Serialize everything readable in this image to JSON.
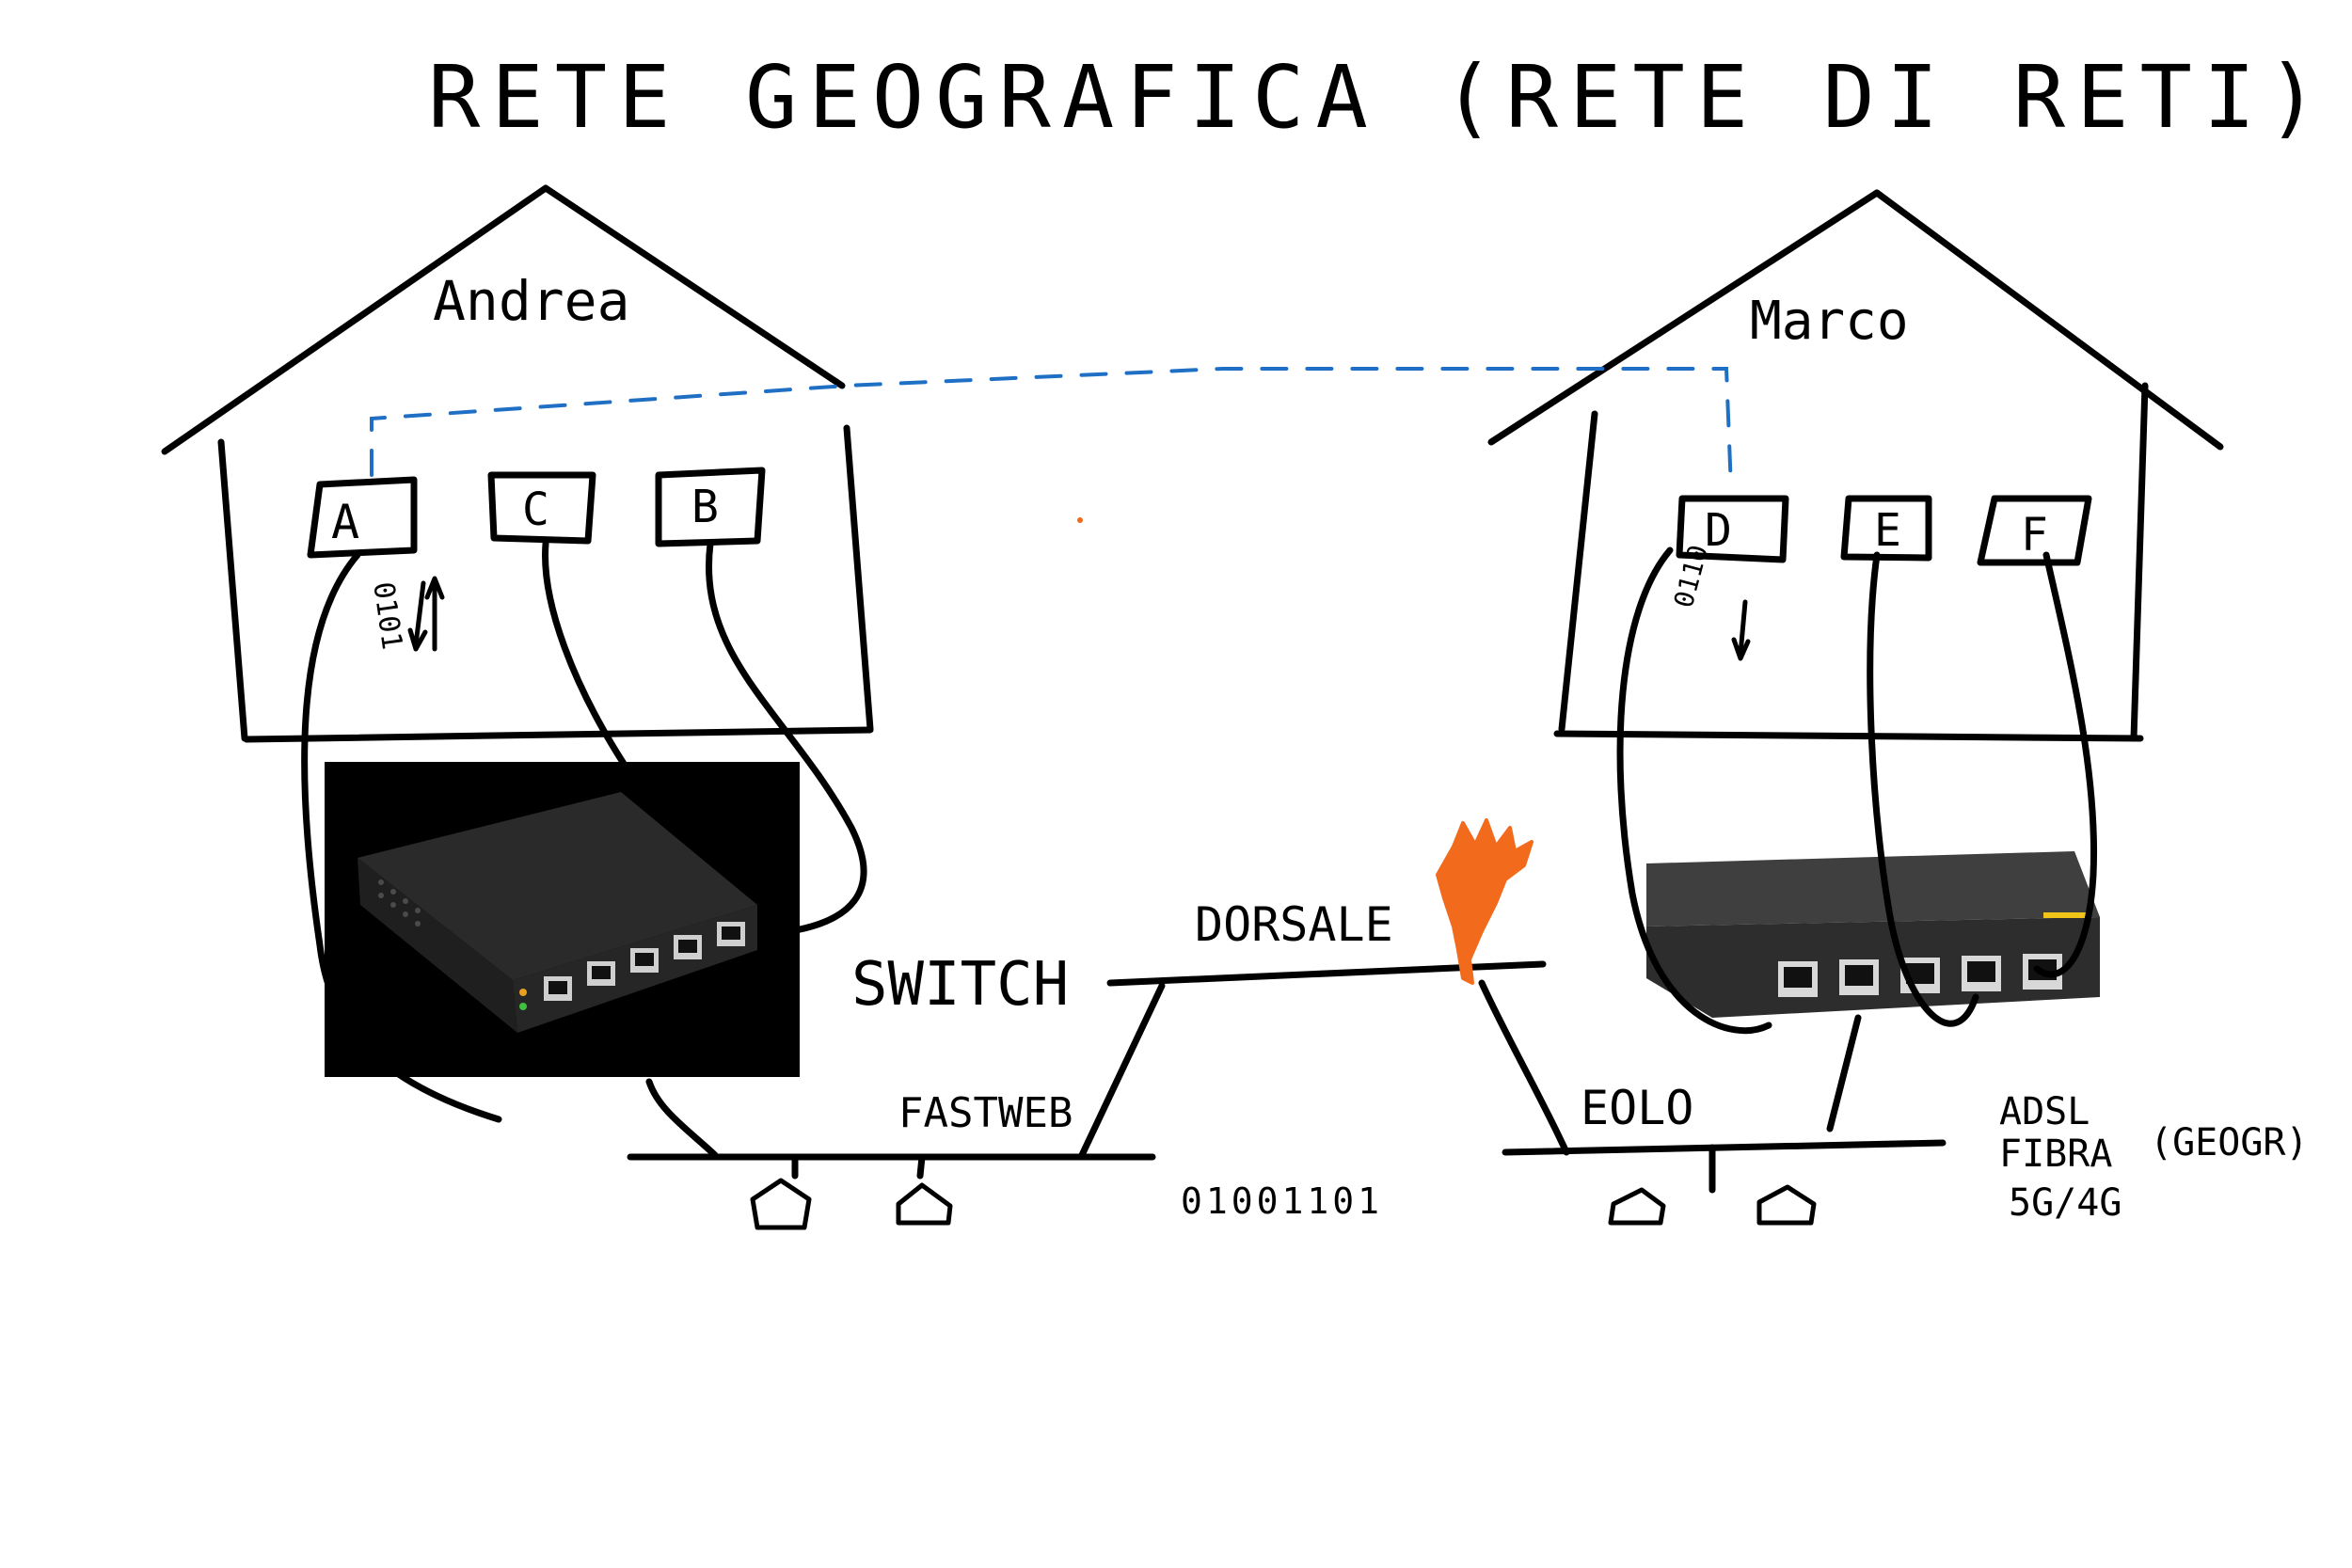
{
  "title": "RETE GEOGRAFICA (RETE DI RETI)",
  "houses": {
    "left": {
      "owner": "Andrea",
      "devices": [
        "A",
        "C",
        "B"
      ],
      "bits": "0101"
    },
    "right": {
      "owner": "Marco",
      "devices": [
        "D",
        "E",
        "F"
      ],
      "bits": "0110"
    }
  },
  "labels": {
    "switch": "SWITCH",
    "backbone": "DORSALE",
    "isp_left": "FASTWEB",
    "isp_right": "EOLO",
    "binary": "01001101",
    "tech_1": "ADSL",
    "tech_2": "FIBRA",
    "tech_3": "5G/4G",
    "tech_note": "(GEOGR)"
  },
  "colors": {
    "ink": "#000000",
    "connection": "#1f6fc5",
    "fire": "#f26b1d"
  }
}
